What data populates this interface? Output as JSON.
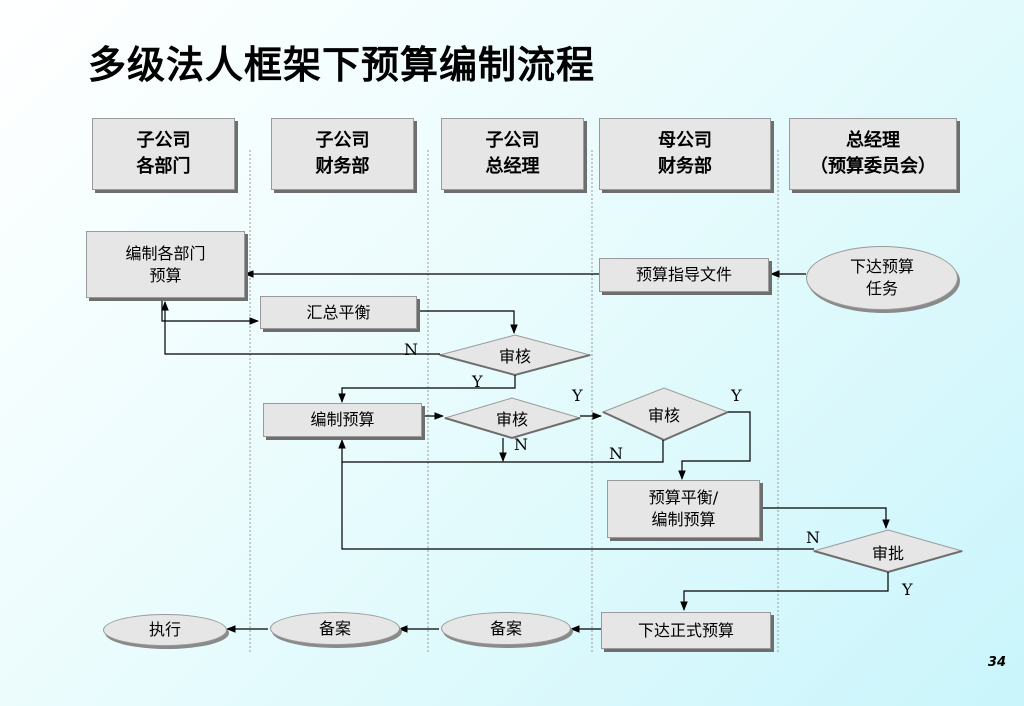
{
  "title": "多级法人框架下预算编制流程",
  "lanes": [
    {
      "line1": "子公司",
      "line2": "各部门"
    },
    {
      "line1": "子公司",
      "line2": "财务部"
    },
    {
      "line1": "子公司",
      "line2": "总经理"
    },
    {
      "line1": "母公司",
      "line2": "财务部"
    },
    {
      "line1": "总经理",
      "line2": "（预算委员会）"
    }
  ],
  "nodes": {
    "dept_budget": {
      "line1": "编制各部门",
      "line2": "预算"
    },
    "guide_doc": "预算指导文件",
    "issue_task": {
      "line1": "下达预算",
      "line2": "任务"
    },
    "summary_balance": "汇总平衡",
    "review1": "审核",
    "compile_budget": "编制预算",
    "review2": "审核",
    "review3": "审核",
    "balance_compile": {
      "line1": "预算平衡/",
      "line2": "编制预算"
    },
    "approve": "审批",
    "issue_formal": "下达正式预算",
    "record2": "备案",
    "record1": "备案",
    "execute": "执行"
  },
  "labels": {
    "n1": "N",
    "y1": "Y",
    "y2": "Y",
    "y3": "Y",
    "n2": "N",
    "n3": "N",
    "n4": "N",
    "y4": "Y"
  },
  "page_number": "34"
}
